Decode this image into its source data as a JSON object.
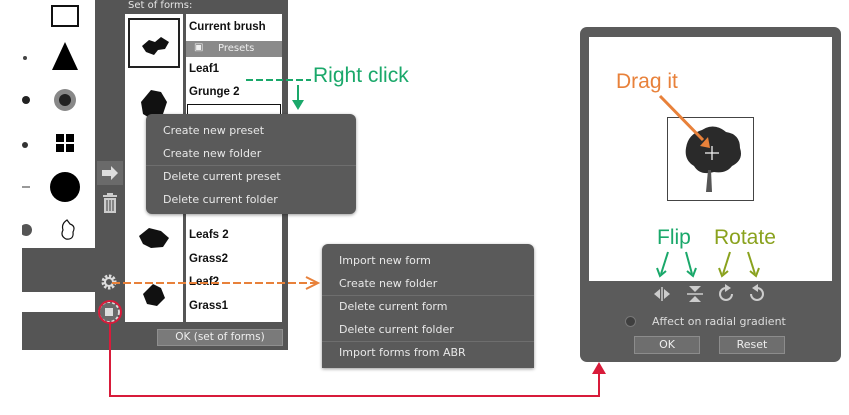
{
  "left_panel": {
    "title": "Set of forms:",
    "list": [
      "Current brush",
      "Leaf1",
      "Grunge 2",
      "Leafs 2",
      "Grass2",
      "Leaf2",
      "Grass1"
    ],
    "presets_label": "Presets",
    "ok_label": "OK (set of forms)"
  },
  "context_menu_presets": {
    "items": [
      "Create new preset",
      "Create new folder",
      "Delete current preset",
      "Delete current folder"
    ]
  },
  "context_menu_forms": {
    "items": [
      "Import new form",
      "Create new folder",
      "Delete current form",
      "Delete current folder",
      "Import forms from ABR"
    ]
  },
  "dialog": {
    "checkbox_label": "Affect on radial gradient",
    "ok_label": "OK",
    "reset_label": "Reset"
  },
  "annotations": {
    "right_click": "Right click",
    "drag_it": "Drag it",
    "flip": "Flip",
    "rotate": "Rotate"
  },
  "colors": {
    "panel": "#555555",
    "annotation_green": "#1aa86a",
    "annotation_orange": "#e8813a",
    "annotation_olive": "#8aa21e",
    "arrow_red": "#d81b3a"
  }
}
